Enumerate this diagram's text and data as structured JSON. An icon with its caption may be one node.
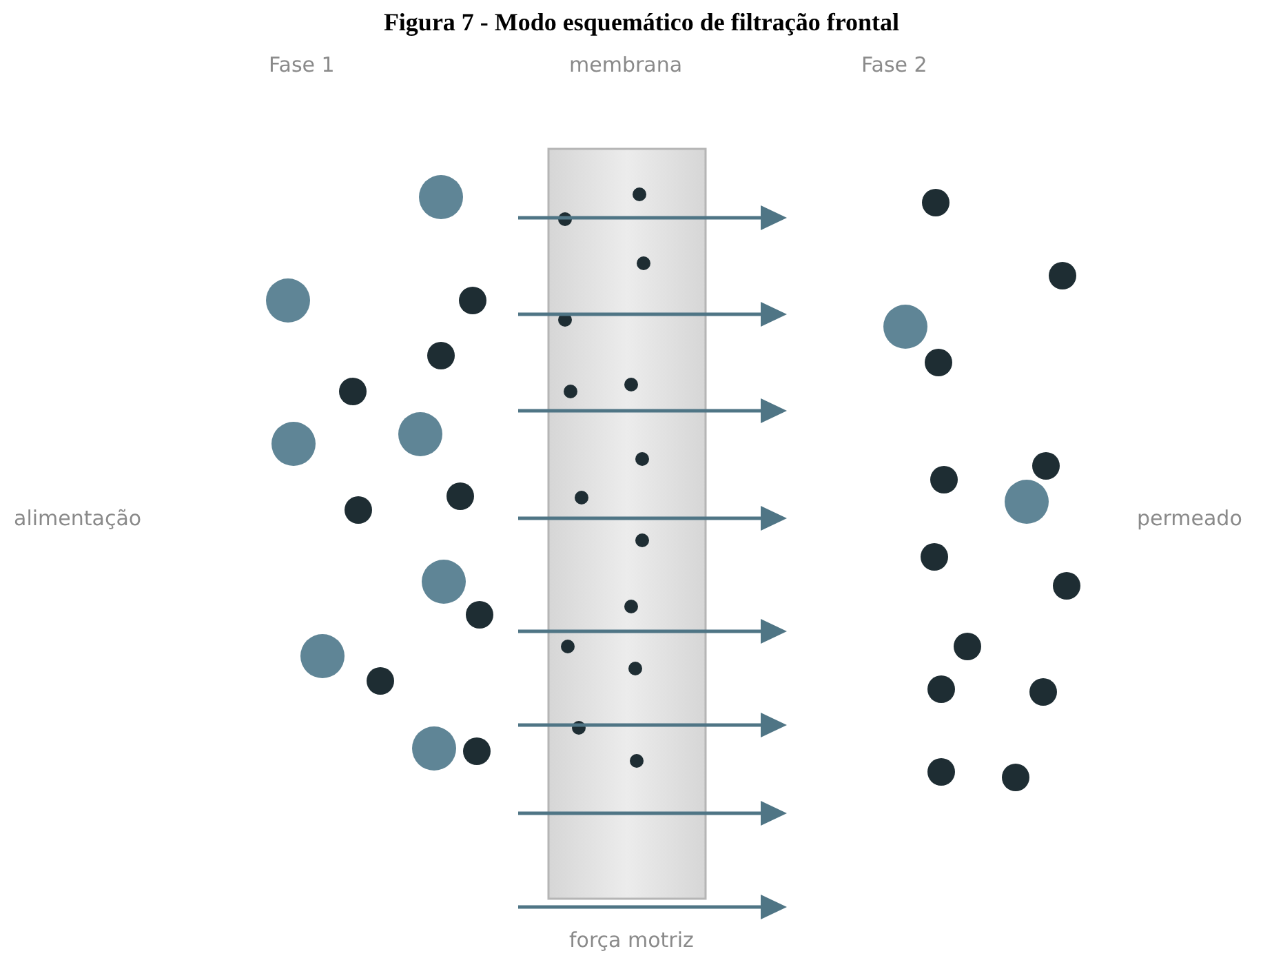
{
  "diagram": {
    "title": "Figura 7 - Modo esquemático de filtração frontal",
    "labels": [
      "Fase 1",
      "membrana",
      "Fase 2",
      "alimentação",
      "permeado",
      "força motriz"
    ]
  }
}
